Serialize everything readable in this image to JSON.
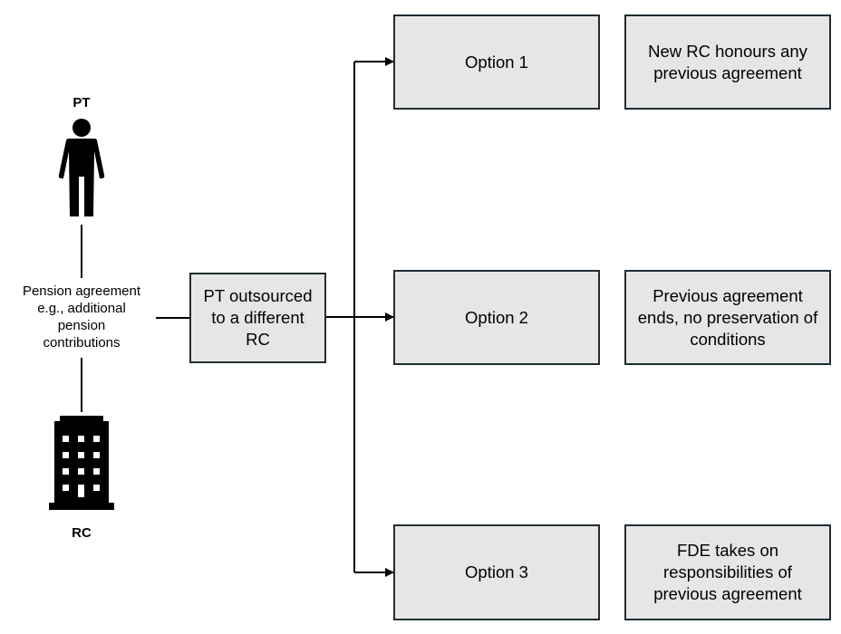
{
  "person": {
    "label": "PT",
    "icon": "person-icon"
  },
  "company": {
    "label": "RC",
    "icon": "building-icon"
  },
  "relationship_label": "Pension agreement e.g., additional pension contributions",
  "central_box": "PT outsourced to a different RC",
  "options": [
    {
      "label": "Option 1",
      "outcome": "New RC honours any previous agreement"
    },
    {
      "label": "Option 2",
      "outcome": "Previous agreement ends, no preservation of conditions"
    },
    {
      "label": "Option 3",
      "outcome": "FDE takes on responsibilities of previous agreement"
    }
  ],
  "colors": {
    "box_fill": "#e7e6e6",
    "box_border": "#1f2d33",
    "line": "#000000"
  }
}
